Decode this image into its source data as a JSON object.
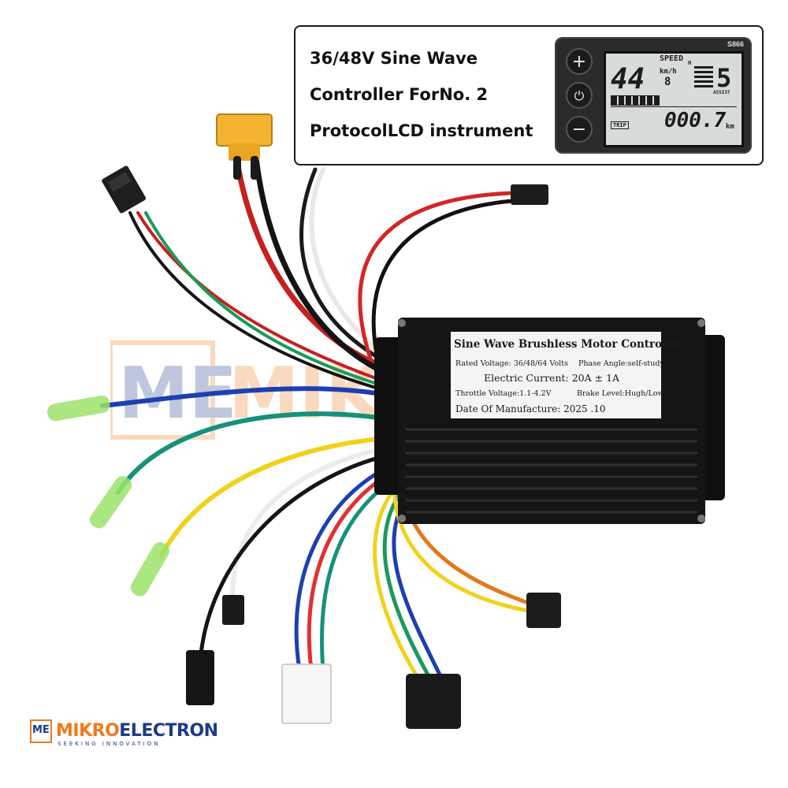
{
  "callout": {
    "line1": "36/48V Sine Wave",
    "line2": "Controller ForNo. 2",
    "line3": "ProtocolLCD instrument"
  },
  "lcd": {
    "model": "S866",
    "speed_label": "SPEED",
    "speed_value": "44",
    "speed_unit": "km/h",
    "speed_sub": "8",
    "hi_mark": "H",
    "assist_value": "5",
    "assist_label": "ASSIST",
    "trip_label": "TRIP",
    "distance_value": "000.7",
    "distance_unit": "km",
    "btn_plus": "+",
    "btn_minus": "−"
  },
  "controller_label": {
    "title": "Sine Wave Brushless Motor Controller",
    "rated_voltage": "Rated Voltage: 36/48/64 Volts",
    "phase_angle": "Phase Angle:self-study",
    "current": "Electric Current: 20A ± 1A",
    "throttle": "Throttle Voltage:1.1-4.2V",
    "brake": "Brake Level:Hugh/Low",
    "date": "Date Of Manufacture:  2025 .10"
  },
  "brand": {
    "name_part1": "MIKRO",
    "name_part2": "ELECTRON",
    "tagline": "SEEKING INNOVATION",
    "logo_letters": "ME"
  },
  "colors": {
    "brand_orange": "#f07a1a",
    "brand_blue": "#1d3a8a",
    "controller_body": "#151515",
    "connector_green": "#9be36a",
    "xt60_yellow": "#f2b430"
  }
}
